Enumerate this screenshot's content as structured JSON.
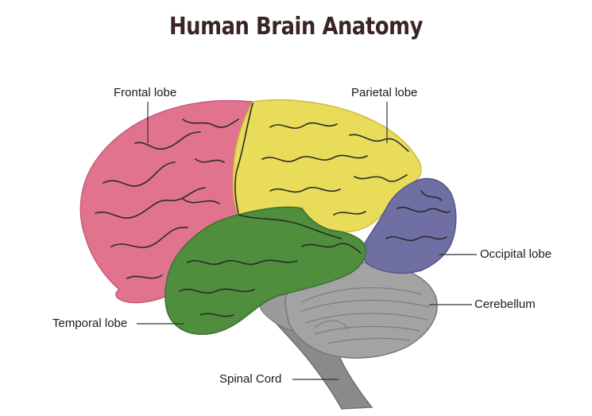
{
  "title": "Human Brain Anatomy",
  "labels": {
    "frontal": "Frontal lobe",
    "parietal": "Parietal lobe",
    "occipital": "Occipital lobe",
    "cerebellum": "Cerebellum",
    "temporal": "Temporal lobe",
    "spinal": "Spinal Cord"
  },
  "colors": {
    "frontal": "#e2738f",
    "parietal": "#e8dc5a",
    "occipital": "#6f6fa3",
    "temporal": "#4f8e3c",
    "cerebellum": "#9a9a9a",
    "brainstem": "#8a8a8a",
    "sulci": "#2b2b2b",
    "leader": "#333333"
  }
}
